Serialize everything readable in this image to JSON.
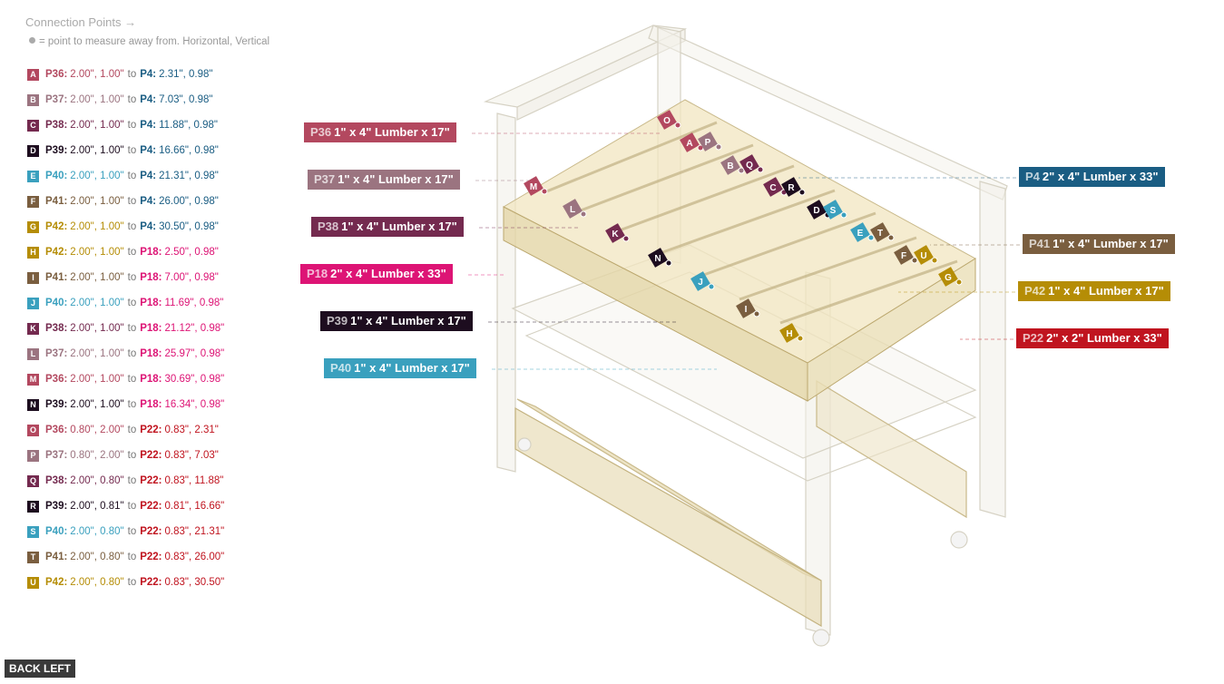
{
  "header": {
    "title": "Connection Points →",
    "subtitle": "= point to measure away from. Horizontal, Vertical"
  },
  "connections": [
    {
      "letter": "A",
      "color": "#b3485f",
      "from": "P36:",
      "from_val": "2.00\", 1.00\"",
      "to_word": "to",
      "to": "P4:",
      "to_val": "2.31\", 0.98\"",
      "to_color": "#1a5d83"
    },
    {
      "letter": "B",
      "color": "#9b7480",
      "from": "P37:",
      "from_val": "2.00\", 1.00\"",
      "to_word": "to",
      "to": "P4:",
      "to_val": "7.03\", 0.98\"",
      "to_color": "#1a5d83"
    },
    {
      "letter": "C",
      "color": "#742a4f",
      "from": "P38:",
      "from_val": "2.00\", 1.00\"",
      "to_word": "to",
      "to": "P4:",
      "to_val": "11.88\", 0.98\"",
      "to_color": "#1a5d83"
    },
    {
      "letter": "D",
      "color": "#1d0d1f",
      "from": "P39:",
      "from_val": "2.00\", 1.00\"",
      "to_word": "to",
      "to": "P4:",
      "to_val": "16.66\", 0.98\"",
      "to_color": "#1a5d83"
    },
    {
      "letter": "E",
      "color": "#3aa0be",
      "from": "P40:",
      "from_val": "2.00\", 1.00\"",
      "to_word": "to",
      "to": "P4:",
      "to_val": "21.31\", 0.98\"",
      "to_color": "#1a5d83"
    },
    {
      "letter": "F",
      "color": "#7a5e3f",
      "from": "P41:",
      "from_val": "2.00\", 1.00\"",
      "to_word": "to",
      "to": "P4:",
      "to_val": "26.00\", 0.98\"",
      "to_color": "#1a5d83"
    },
    {
      "letter": "G",
      "color": "#b58d06",
      "from": "P42:",
      "from_val": "2.00\", 1.00\"",
      "to_word": "to",
      "to": "P4:",
      "to_val": "30.50\", 0.98\"",
      "to_color": "#1a5d83"
    },
    {
      "letter": "H",
      "color": "#b58d06",
      "from": "P42:",
      "from_val": "2.00\", 1.00\"",
      "to_word": "to",
      "to": "P18:",
      "to_val": "2.50\", 0.98\"",
      "to_color": "#dd1475"
    },
    {
      "letter": "I",
      "color": "#7a5e3f",
      "from": "P41:",
      "from_val": "2.00\", 1.00\"",
      "to_word": "to",
      "to": "P18:",
      "to_val": "7.00\", 0.98\"",
      "to_color": "#dd1475"
    },
    {
      "letter": "J",
      "color": "#3aa0be",
      "from": "P40:",
      "from_val": "2.00\", 1.00\"",
      "to_word": "to",
      "to": "P18:",
      "to_val": "11.69\", 0.98\"",
      "to_color": "#dd1475"
    },
    {
      "letter": "K",
      "color": "#742a4f",
      "from": "P38:",
      "from_val": "2.00\", 1.00\"",
      "to_word": "to",
      "to": "P18:",
      "to_val": "21.12\", 0.98\"",
      "to_color": "#dd1475"
    },
    {
      "letter": "L",
      "color": "#9b7480",
      "from": "P37:",
      "from_val": "2.00\", 1.00\"",
      "to_word": "to",
      "to": "P18:",
      "to_val": "25.97\", 0.98\"",
      "to_color": "#dd1475"
    },
    {
      "letter": "M",
      "color": "#b3485f",
      "from": "P36:",
      "from_val": "2.00\", 1.00\"",
      "to_word": "to",
      "to": "P18:",
      "to_val": "30.69\", 0.98\"",
      "to_color": "#dd1475"
    },
    {
      "letter": "N",
      "color": "#1d0d1f",
      "from": "P39:",
      "from_val": "2.00\", 1.00\"",
      "to_word": "to",
      "to": "P18:",
      "to_val": "16.34\", 0.98\"",
      "to_color": "#dd1475"
    },
    {
      "letter": "O",
      "color": "#b3485f",
      "from": "P36:",
      "from_val": "0.80\", 2.00\"",
      "to_word": "to",
      "to": "P22:",
      "to_val": "0.83\", 2.31\"",
      "to_color": "#c0141f"
    },
    {
      "letter": "P",
      "color": "#9b7480",
      "from": "P37:",
      "from_val": "0.80\", 2.00\"",
      "to_word": "to",
      "to": "P22:",
      "to_val": "0.83\", 7.03\"",
      "to_color": "#c0141f"
    },
    {
      "letter": "Q",
      "color": "#742a4f",
      "from": "P38:",
      "from_val": "2.00\", 0.80\"",
      "to_word": "to",
      "to": "P22:",
      "to_val": "0.83\", 11.88\"",
      "to_color": "#c0141f"
    },
    {
      "letter": "R",
      "color": "#1d0d1f",
      "from": "P39:",
      "from_val": "2.00\", 0.81\"",
      "to_word": "to",
      "to": "P22:",
      "to_val": "0.81\", 16.66\"",
      "to_color": "#c0141f"
    },
    {
      "letter": "S",
      "color": "#3aa0be",
      "from": "P40:",
      "from_val": "2.00\", 0.80\"",
      "to_word": "to",
      "to": "P22:",
      "to_val": "0.83\", 21.31\"",
      "to_color": "#c0141f"
    },
    {
      "letter": "T",
      "color": "#7a5e3f",
      "from": "P41:",
      "from_val": "2.00\", 0.80\"",
      "to_word": "to",
      "to": "P22:",
      "to_val": "0.83\", 26.00\"",
      "to_color": "#c0141f"
    },
    {
      "letter": "U",
      "color": "#b58d06",
      "from": "P42:",
      "from_val": "2.00\", 0.80\"",
      "to_word": "to",
      "to": "P22:",
      "to_val": "0.83\", 30.50\"",
      "to_color": "#c0141f"
    }
  ],
  "part_labels": [
    {
      "id": "P36",
      "desc": "1\" x 4\" Lumber  x 17\"",
      "color": "#b3485f"
    },
    {
      "id": "P37",
      "desc": "1\" x 4\" Lumber  x 17\"",
      "color": "#9b7480"
    },
    {
      "id": "P38",
      "desc": "1\" x 4\" Lumber  x 17\"",
      "color": "#742a4f"
    },
    {
      "id": "P18",
      "desc": "2\" x 4\" Lumber  x 33\"",
      "color": "#dd1475"
    },
    {
      "id": "P39",
      "desc": "1\" x 4\" Lumber  x 17\"",
      "color": "#1d0d1f"
    },
    {
      "id": "P40",
      "desc": "1\" x 4\" Lumber  x 17\"",
      "color": "#3aa0be"
    },
    {
      "id": "P4",
      "desc": "2\" x 4\" Lumber  x 33\"",
      "color": "#1a5d83"
    },
    {
      "id": "P41",
      "desc": "1\" x 4\" Lumber  x 17\"",
      "color": "#7a5e3f"
    },
    {
      "id": "P42",
      "desc": "1\" x 4\" Lumber  x 17\"",
      "color": "#b58d06"
    },
    {
      "id": "P22",
      "desc": "2\" x 2\" Lumber  x 33\"",
      "color": "#c0141f"
    }
  ],
  "footer": {
    "back_label": "BACK LEFT"
  }
}
